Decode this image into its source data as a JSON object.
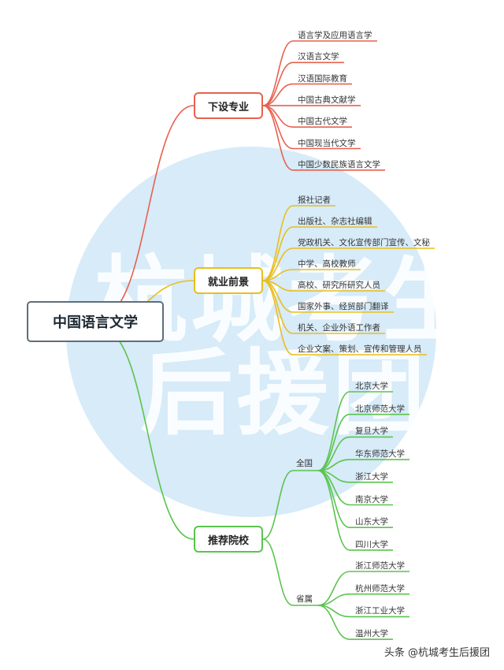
{
  "watermark": {
    "line1": "杭城考生",
    "line2": "后援团"
  },
  "root": {
    "label": "中国语言文学"
  },
  "categories": {
    "majors": {
      "label": "下设专业",
      "color": "#e8614f",
      "items": [
        "语言学及应用语言学",
        "汉语言文学",
        "汉语国际教育",
        "中国古典文献学",
        "中国古代文学",
        "中国现当代文学",
        "中国少数民族语言文学"
      ]
    },
    "career": {
      "label": "就业前景",
      "color": "#e9be1d",
      "items": [
        "报社记者",
        "出版社、杂志社编辑",
        "党政机关、文化宣传部门宣传、文秘",
        "中学、高校教师",
        "高校、研究所研究人员",
        "国家外事、经贸部门翻译",
        "机关、企业外语工作者",
        "企业文案、策划、宣传和管理人员"
      ]
    },
    "schools": {
      "label": "推荐院校",
      "color": "#5ac44d",
      "national": {
        "label": "全国",
        "items": [
          "北京大学",
          "北京师范大学",
          "复旦大学",
          "华东师范大学",
          "浙江大学",
          "南京大学",
          "山东大学",
          "四川大学"
        ]
      },
      "provincial": {
        "label": "省属",
        "items": [
          "浙江师范大学",
          "杭州师范大学",
          "浙江工业大学",
          "温州大学"
        ]
      }
    }
  },
  "footer": {
    "text": "头条 @杭城考生后援团"
  }
}
